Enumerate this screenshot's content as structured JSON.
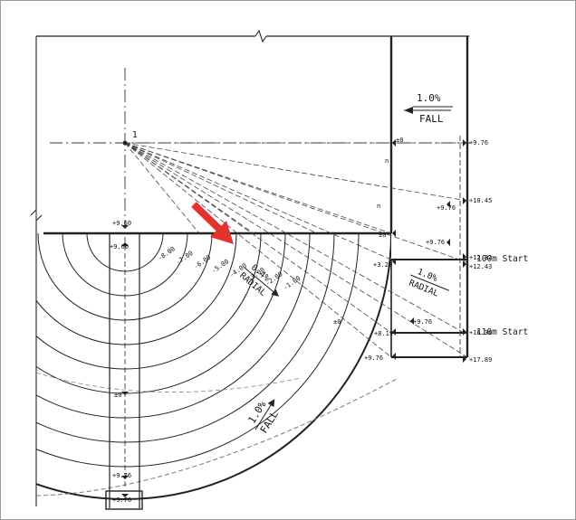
{
  "drawing": {
    "center_label": "1",
    "fall_top": {
      "value": "1.0%",
      "word": "FALL"
    },
    "fall_bottom": {
      "value": "1.0%",
      "word": "FALL"
    },
    "radial_left": {
      "value": "0.4%",
      "word": "RADIAL"
    },
    "radial_right": {
      "value": "1.0%",
      "word": "RADIAL"
    },
    "start_100m": "100m Start",
    "start_110m": "110m Start",
    "levels": {
      "top_left_pm0": "±0",
      "top_right_976": "+9.76",
      "right_1045": "+10.45",
      "mid_976_a": "+9.76",
      "mid_976_b": "+9.76",
      "right_1232": "+12.32",
      "right_1243": "+12.43",
      "arc_pm0": "±0",
      "left_320": "+3.20",
      "radial_976": "+9.76",
      "right_1636": "+16.36",
      "bot_819": "+8.19",
      "bot_976": "+9.76",
      "right_1789": "+17.89",
      "pit_960": "+9.60",
      "pit_960b": "+9.60",
      "arc_n": "n",
      "arc_n2": "n",
      "arc_pm0_low": "±0",
      "runway_pm0": "±0",
      "runway_976": "+9.76",
      "runway_976b": "+9.76"
    },
    "arc_labels": [
      "-8.00",
      "-7.00",
      "-6.00",
      "-5.00",
      "-4.00",
      "-3.00",
      "-2.00",
      "-1.00"
    ],
    "arrow_color": "#e4312b"
  }
}
